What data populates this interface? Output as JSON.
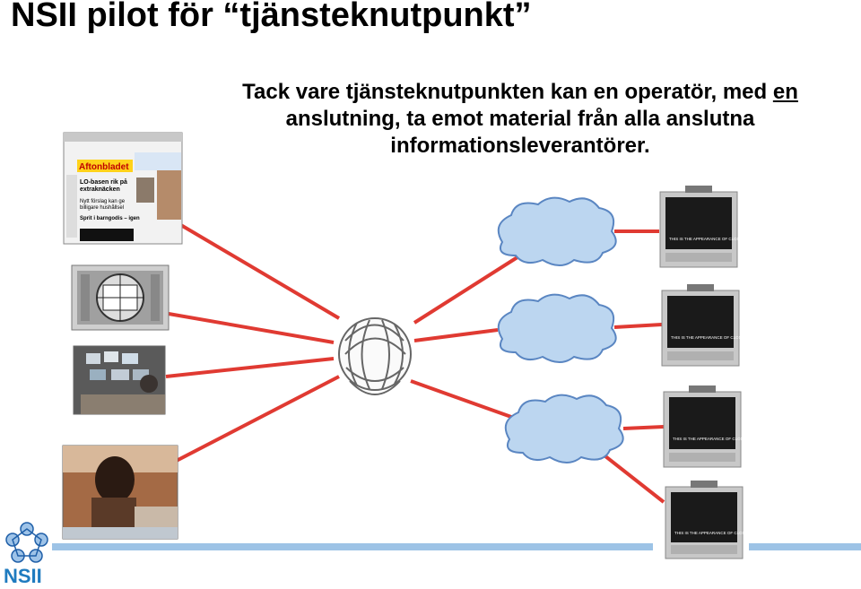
{
  "title": "NSII pilot för “tjänsteknutpunkt”",
  "subtitle": {
    "line1_pre": "Tack vare tjänsteknutpunkten kan en operatör, med ",
    "line1_link": "en",
    "line2": "anslutning, ta emot material från alla anslutna",
    "line3": "informationsleverantörer."
  },
  "sources": [
    {
      "name": "Aftonbladet",
      "headline1": "LO-basen rik på",
      "headline2": "extraknäcken",
      "headline3": "Nytt förslag kan ge",
      "headline4": "billigare hushållsel",
      "headline5": "Sprit i barngodis – igen"
    },
    {
      "name": "test-pattern"
    },
    {
      "name": "control-room"
    },
    {
      "name": "radio-studio"
    }
  ],
  "tv_caption": "THIS IS THE APPEARANCE OF CLOSED CAPTIONS.",
  "logo_text": "NSII",
  "colors": {
    "line": "#e03a32",
    "cloud": "#bcd6f0",
    "cloud_stroke": "#5a86c2",
    "accent": "#1f7bbf"
  }
}
